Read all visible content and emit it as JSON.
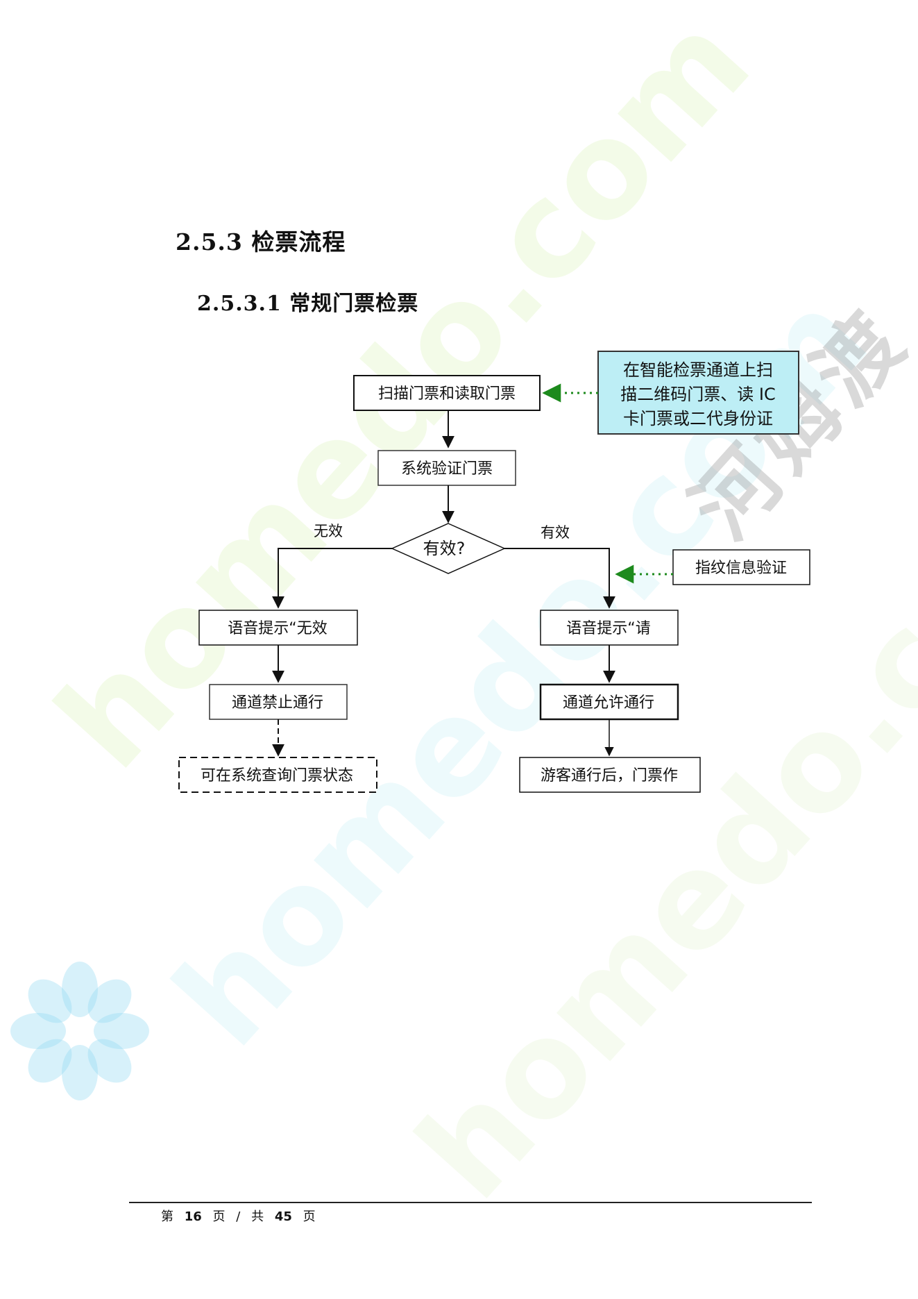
{
  "section": {
    "heading_h3": "2.5.3 检票流程",
    "heading_h4": "2.5.3.1  常规门票检票"
  },
  "flowchart": {
    "scan": "扫描门票和读取门票",
    "note_lines": [
      "在智能检票通道上扫",
      "描二维码门票、读 IC",
      "卡门票或二代身份证"
    ],
    "verify": "系统验证门票",
    "decision": "有效?",
    "label_invalid": "无效",
    "label_valid": "有效",
    "fingerprint": "指纹信息验证",
    "voice_invalid": "语音提示“无效",
    "deny": "通道禁止通行",
    "query": "可在系统查询门票状态",
    "voice_valid": "语音提示“请",
    "allow": "通道允许通行",
    "after": "游客通行后，门票作"
  },
  "watermark": {
    "text": "homedo.com",
    "brand_cn": "河姆渡"
  },
  "footer": {
    "p1": "第",
    "page": "16",
    "p2": "页",
    "sep": "/",
    "p3": "共",
    "total": "45",
    "p4": "页"
  },
  "colors": {
    "note_fill": "#bdeef5",
    "arrow_green": "#1d8a1d"
  }
}
